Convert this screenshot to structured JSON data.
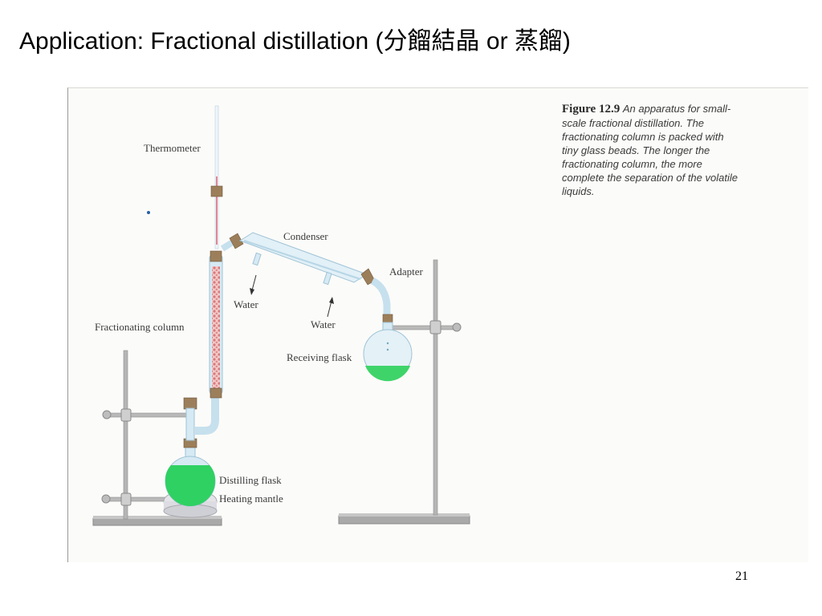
{
  "slide": {
    "title": "Application: Fractional distillation (分餾結晶 or 蒸餾)",
    "page_number": "21"
  },
  "figure": {
    "caption_label": "Figure 12.9",
    "caption_text": "An apparatus for small-scale fractional distillation. The fractionating column is packed with tiny glass beads. The longer the fractionating column, the more complete the separation of the volatile liquids.",
    "labels": {
      "thermometer": "Thermometer",
      "condenser": "Condenser",
      "adapter": "Adapter",
      "water_out": "Water",
      "water_in": "Water",
      "fractionating_column": "Fractionating column",
      "receiving_flask": "Receiving flask",
      "distilling_flask": "Distilling flask",
      "heating_mantle": "Heating mantle"
    },
    "colors": {
      "liquid": "#2fd162",
      "glass": "#cfe6f3",
      "stopper": "#9c7f5a",
      "beads": "#e59a9a",
      "stand": "#a8a8a8"
    }
  }
}
